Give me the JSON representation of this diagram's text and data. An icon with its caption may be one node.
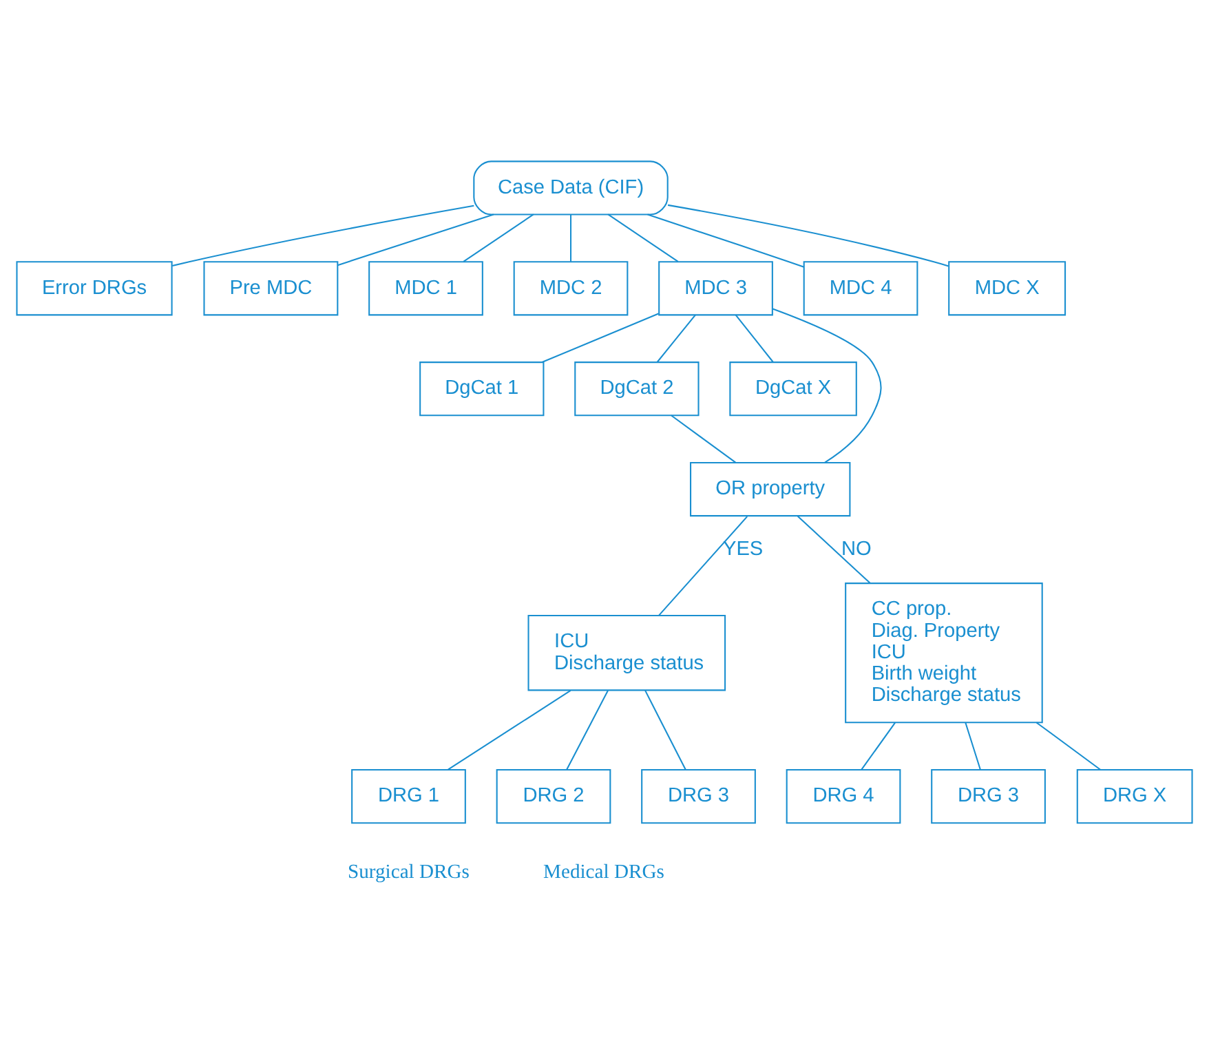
{
  "diagram": {
    "nodes": [
      {
        "text": [
          "Case Data (CIF)"
        ]
      },
      {
        "text": [
          "Error DRGs"
        ]
      },
      {
        "text": [
          "Pre MDC"
        ]
      },
      {
        "text": [
          "MDC 1"
        ]
      },
      {
        "text": [
          "MDC 2"
        ]
      },
      {
        "text": [
          "MDC 3"
        ]
      },
      {
        "text": [
          "MDC 4"
        ]
      },
      {
        "text": [
          "MDC X"
        ]
      },
      {
        "text": [
          "DgCat 1"
        ]
      },
      {
        "text": [
          "DgCat 2"
        ]
      },
      {
        "text": [
          "DgCat X"
        ]
      },
      {
        "text": [
          "OR property"
        ]
      },
      {
        "text": [
          "ICU",
          "Discharge status"
        ]
      },
      {
        "text": [
          "CC prop.",
          "Diag. Property",
          "ICU",
          "Birth weight",
          "Discharge status"
        ]
      },
      {
        "text": [
          "DRG 1"
        ]
      },
      {
        "text": [
          "DRG 2"
        ]
      },
      {
        "text": [
          "DRG 3"
        ]
      },
      {
        "text": [
          "DRG 4"
        ]
      },
      {
        "text": [
          "DRG 3"
        ]
      },
      {
        "text": [
          "DRG X"
        ]
      }
    ],
    "edges": [
      {
        "from": 0,
        "to": 1,
        "arrow": "none"
      },
      {
        "from": 0,
        "to": 2,
        "arrow": "none"
      },
      {
        "from": 0,
        "to": 3,
        "arrow": "none"
      },
      {
        "from": 0,
        "to": 4,
        "arrow": "none"
      },
      {
        "from": 0,
        "to": 5,
        "arrow": "none"
      },
      {
        "from": 0,
        "to": 6,
        "arrow": "none"
      },
      {
        "from": 0,
        "to": 7,
        "arrow": "none"
      },
      {
        "from": 5,
        "to": 8,
        "arrow": "none"
      },
      {
        "from": 5,
        "to": 9,
        "arrow": "none"
      },
      {
        "from": 5,
        "to": 10,
        "arrow": "none"
      },
      {
        "from": 5,
        "to": 11,
        "arrow": "none"
      },
      {
        "from": 9,
        "to": 11,
        "arrow": "none"
      },
      {
        "from": 11,
        "to": 12,
        "label": "YES",
        "arrow": "none"
      },
      {
        "from": 11,
        "to": 13,
        "label": "NO",
        "arrow": "none"
      },
      {
        "from": 12,
        "to": 14,
        "arrow": "none"
      },
      {
        "from": 12,
        "to": 15,
        "arrow": "none"
      },
      {
        "from": 12,
        "to": 16,
        "arrow": "none"
      },
      {
        "from": 13,
        "to": 17,
        "arrow": "none"
      },
      {
        "from": 13,
        "to": 18,
        "arrow": "none"
      },
      {
        "from": 13,
        "to": 19,
        "arrow": "none"
      }
    ],
    "labels": [
      "Surgical DRGs",
      "Medical DRGs"
    ]
  }
}
